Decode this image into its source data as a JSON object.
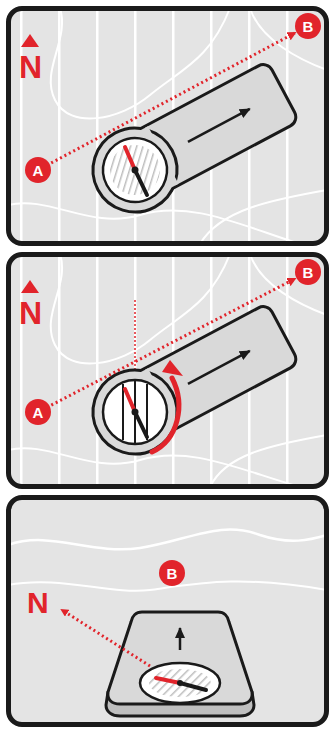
{
  "diagram": {
    "nodes": [
      {
        "text": [
          "N"
        ]
      },
      {
        "text": [
          "A"
        ],
        "in": 0
      },
      {
        "text": [
          "B"
        ],
        "in": 0
      },
      {
        "text": [
          "N"
        ]
      },
      {
        "text": [
          "A"
        ],
        "in": 3
      },
      {
        "text": [
          "B"
        ],
        "in": 3
      },
      {
        "text": [
          "N"
        ]
      },
      {
        "text": [
          "B"
        ],
        "in": 6
      }
    ],
    "edges": [
      {
        "from": 1,
        "to": 2,
        "arrow": "to"
      },
      {
        "from": 4,
        "to": 5,
        "arrow": "to"
      }
    ]
  }
}
